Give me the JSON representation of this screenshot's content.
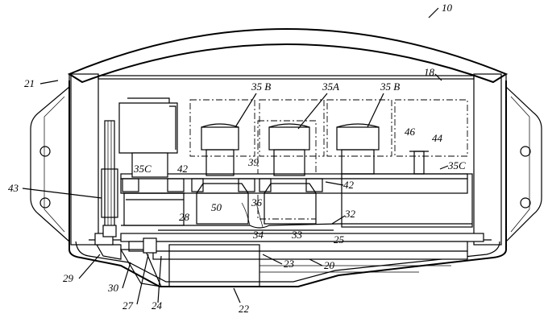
{
  "figure": {
    "labels": {
      "l10": "10",
      "l18": "18",
      "l21": "21",
      "l35B_left": "35 B",
      "l35A": "35A",
      "l35B_right": "35 B",
      "l46": "46",
      "l44": "44",
      "l35C_right": "35C",
      "l35C_left": "35C",
      "l42_left": "42",
      "l39": "39",
      "l43": "43",
      "l42_right": "42",
      "l50": "50",
      "l36": "36",
      "l28": "28",
      "l32": "32",
      "l34": "34",
      "l33": "33",
      "l25": "25",
      "l23": "23",
      "l20": "20",
      "l29": "29",
      "l30": "30",
      "l27": "27",
      "l24": "24",
      "l22": "22"
    }
  }
}
